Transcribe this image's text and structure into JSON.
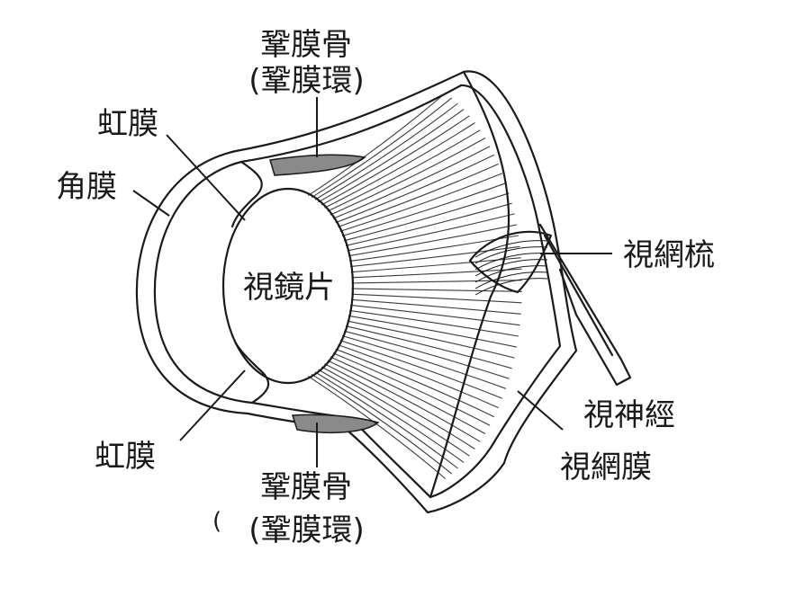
{
  "labels": {
    "scleral_ossicle_top": "鞏膜骨",
    "scleral_ring_top": "(鞏膜環)",
    "iris_top": "虹膜",
    "cornea": "角膜",
    "pecten": "視網梳",
    "lens": "視鏡片",
    "optic_nerve": "視神經",
    "retina": "視網膜",
    "iris_bottom": "虹膜",
    "scleral_ossicle_bottom": "鞏膜骨",
    "scleral_ring_bottom": "(鞏膜環)",
    "stray_mark": "("
  },
  "colors": {
    "ink": "#1a1a1a",
    "background": "#ffffff",
    "shade": "#8a8a8a"
  }
}
